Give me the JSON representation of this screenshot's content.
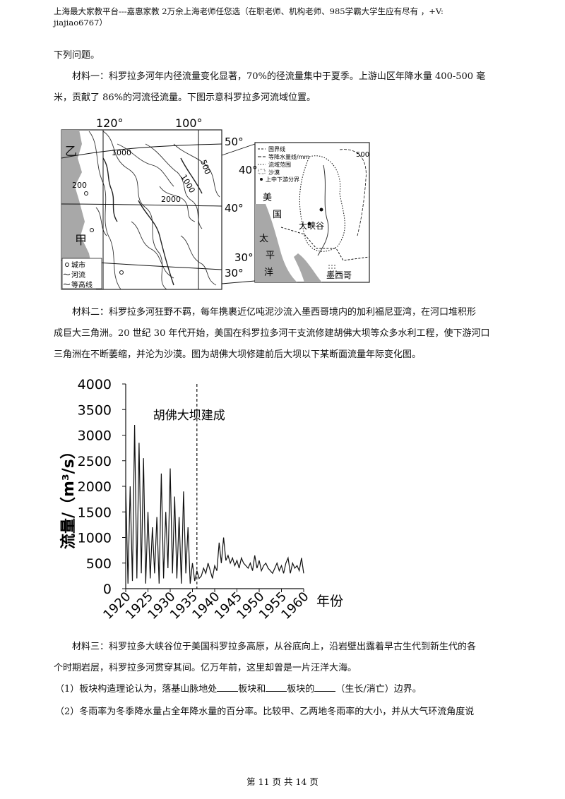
{
  "header": {
    "line1": "上海最大家教平台---嘉惠家教    2万余上海老师任您选（在职老师、机构老师、985学霸大学生应有尽有 ，+V:",
    "line2": "jiajiao6767）"
  },
  "intro": "下列问题。",
  "material1": {
    "line1": "材料一：科罗拉多河年内径流量变化显著，70%的径流量集中于夏季。上游山区年降水量 400-500 毫",
    "line2": "米，贡献了 86%的河流径流量。下图示意科罗拉多河流域位置。"
  },
  "map_left": {
    "lon_labels": [
      "120°",
      "100°"
    ],
    "lat_labels": [
      "50°",
      "40°",
      "30°"
    ],
    "place_labels": [
      "乙",
      "甲"
    ],
    "contour_labels": [
      "1000",
      "1000",
      "500",
      "200",
      "2000"
    ],
    "legend": [
      "城市",
      "河流",
      "等高线"
    ]
  },
  "map_right": {
    "lat_labels": [
      "40°",
      "30°"
    ],
    "legend": [
      "国界线",
      "等降水量线/mm",
      "流域范围",
      "沙漠",
      "上中下游分界"
    ],
    "labels": {
      "usa": [
        "美",
        "国"
      ],
      "canyon": "大峡谷",
      "pacific": [
        "太",
        "平",
        "洋"
      ],
      "mexico": "墨西哥",
      "isohyet": "500"
    }
  },
  "material2": {
    "line1": "材料二：科罗拉多河狂野不羁，每年携裹近亿吨泥沙流入墨西哥境内的加利福尼亚湾，在河口堆积形",
    "line2": "成巨大三角洲。20 世纪 30 年代开始，美国在科罗拉多河干支流修建胡佛大坝等众多水利工程，使下游河口",
    "line3": "三角洲在不断萎缩，并沦为沙漠。图为胡佛大坝修建前后大坝以下某断面流量年际变化图。"
  },
  "chart_data": {
    "type": "line",
    "title": "",
    "xlabel": "年份",
    "ylabel": "流量/（m³/s）",
    "annotation": "胡佛大坝建成",
    "dam_year": 1936,
    "xlim": [
      1920,
      1960
    ],
    "ylim": [
      0,
      4000
    ],
    "xticks": [
      "1920",
      "1925",
      "1930",
      "1935",
      "1940",
      "1945",
      "1950",
      "1955",
      "1960"
    ],
    "yticks": [
      "0",
      "500",
      "1000",
      "1500",
      "2000",
      "2500",
      "3000",
      "3500",
      "4000"
    ],
    "x": [
      1920,
      1920.5,
      1921,
      1921.5,
      1922,
      1922.5,
      1923,
      1923.5,
      1924,
      1924.5,
      1925,
      1925.5,
      1926,
      1926.5,
      1927,
      1927.5,
      1928,
      1928.5,
      1929,
      1929.5,
      1930,
      1930.5,
      1931,
      1931.5,
      1932,
      1932.5,
      1933,
      1933.5,
      1934,
      1934.5,
      1935,
      1935.5,
      1936,
      1936.5,
      1937,
      1937.5,
      1938,
      1938.5,
      1939,
      1939.5,
      1940,
      1940.5,
      1941,
      1941.5,
      1942,
      1942.5,
      1943,
      1943.5,
      1944,
      1944.5,
      1945,
      1945.5,
      1946,
      1946.5,
      1947,
      1947.5,
      1948,
      1948.5,
      1949,
      1949.5,
      1950,
      1950.5,
      1951,
      1951.5,
      1952,
      1952.5,
      1953,
      1953.5,
      1954,
      1954.5,
      1955,
      1955.5,
      1956,
      1956.5,
      1957,
      1957.5,
      1958,
      1958.5,
      1959,
      1959.5,
      1960
    ],
    "y": [
      2000,
      100,
      2000,
      150,
      3200,
      200,
      2850,
      300,
      2550,
      100,
      1500,
      200,
      1200,
      300,
      1400,
      100,
      2250,
      200,
      1500,
      400,
      2350,
      300,
      1800,
      200,
      1400,
      100,
      1900,
      300,
      1200,
      100,
      500,
      150,
      350,
      200,
      250,
      400,
      300,
      500,
      350,
      200,
      450,
      350,
      900,
      500,
      1000,
      550,
      650,
      500,
      600,
      450,
      550,
      400,
      600,
      500,
      450,
      400,
      500,
      350,
      650,
      400,
      550,
      350,
      450,
      500,
      400,
      350,
      300,
      400,
      500,
      350,
      450,
      300,
      500,
      600,
      300,
      500,
      400,
      450,
      350,
      600,
      300
    ]
  },
  "material3": {
    "line1": "材料三：科罗拉多大峡谷位于美国科罗拉多高原，从谷底向上，沿岩壁出露着早古生代到新生代的各",
    "line2": "个时期岩层，科罗拉多河贯穿其间。亿万年前，这里却曾是一片汪洋大海。"
  },
  "q1": {
    "prefix": "（1）板块构造理论认为，落基山脉地处",
    "mid1": "板块和",
    "mid2": "板块的",
    "suffix": "（生长/消亡）边界。"
  },
  "q2": "（2）冬雨率为冬季降水量占全年降水量的百分率。比较甲、乙两地冬雨率的大小，并从大气环流角度说",
  "footer": "第 11 页 共 14 页"
}
